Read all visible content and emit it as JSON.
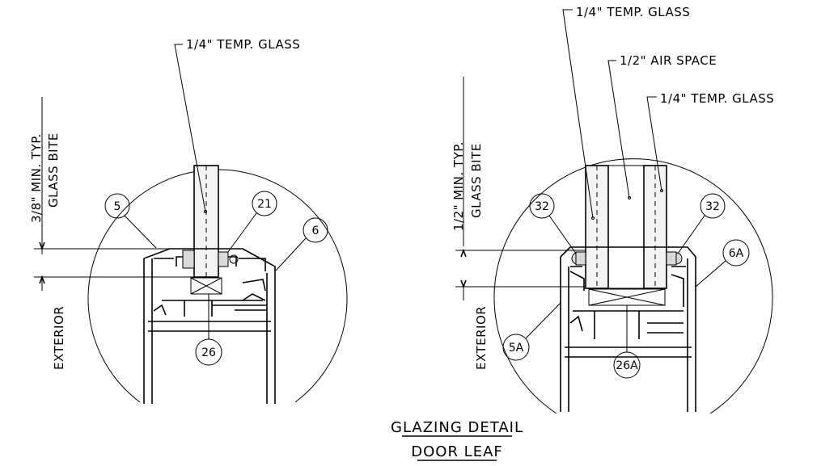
{
  "title": {
    "line1": "GLAZING DETAIL",
    "line2": "DOOR LEAF"
  },
  "left_detail": {
    "glass_label": "1/4\" TEMP. GLASS",
    "bite_label_1": "3/8\" MIN. TYP.",
    "bite_label_2": "GLASS BITE",
    "side_label": "EXTERIOR",
    "tags": [
      "5",
      "21",
      "6",
      "26"
    ]
  },
  "right_detail": {
    "glass_label_outer": "1/4\" TEMP. GLASS",
    "air_space_label": "1/2\" AIR SPACE",
    "glass_label_inner": "1/4\" TEMP. GLASS",
    "bite_label_1": "1/2\" MIN. TYP.",
    "bite_label_2": "GLASS BITE",
    "side_label": "EXTERIOR",
    "tags": [
      "32",
      "32",
      "6A",
      "5A",
      "26A"
    ]
  }
}
